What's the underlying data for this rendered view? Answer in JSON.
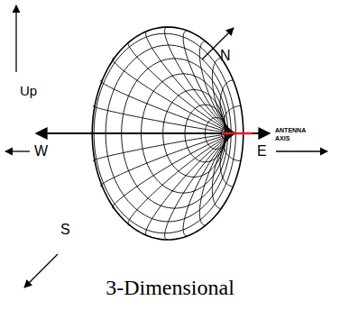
{
  "diagram": {
    "caption": "3-Dimensional",
    "labels": [
      "Up",
      "N",
      "W",
      "ANTENNA AXIS",
      "E",
      "S"
    ]
  }
}
